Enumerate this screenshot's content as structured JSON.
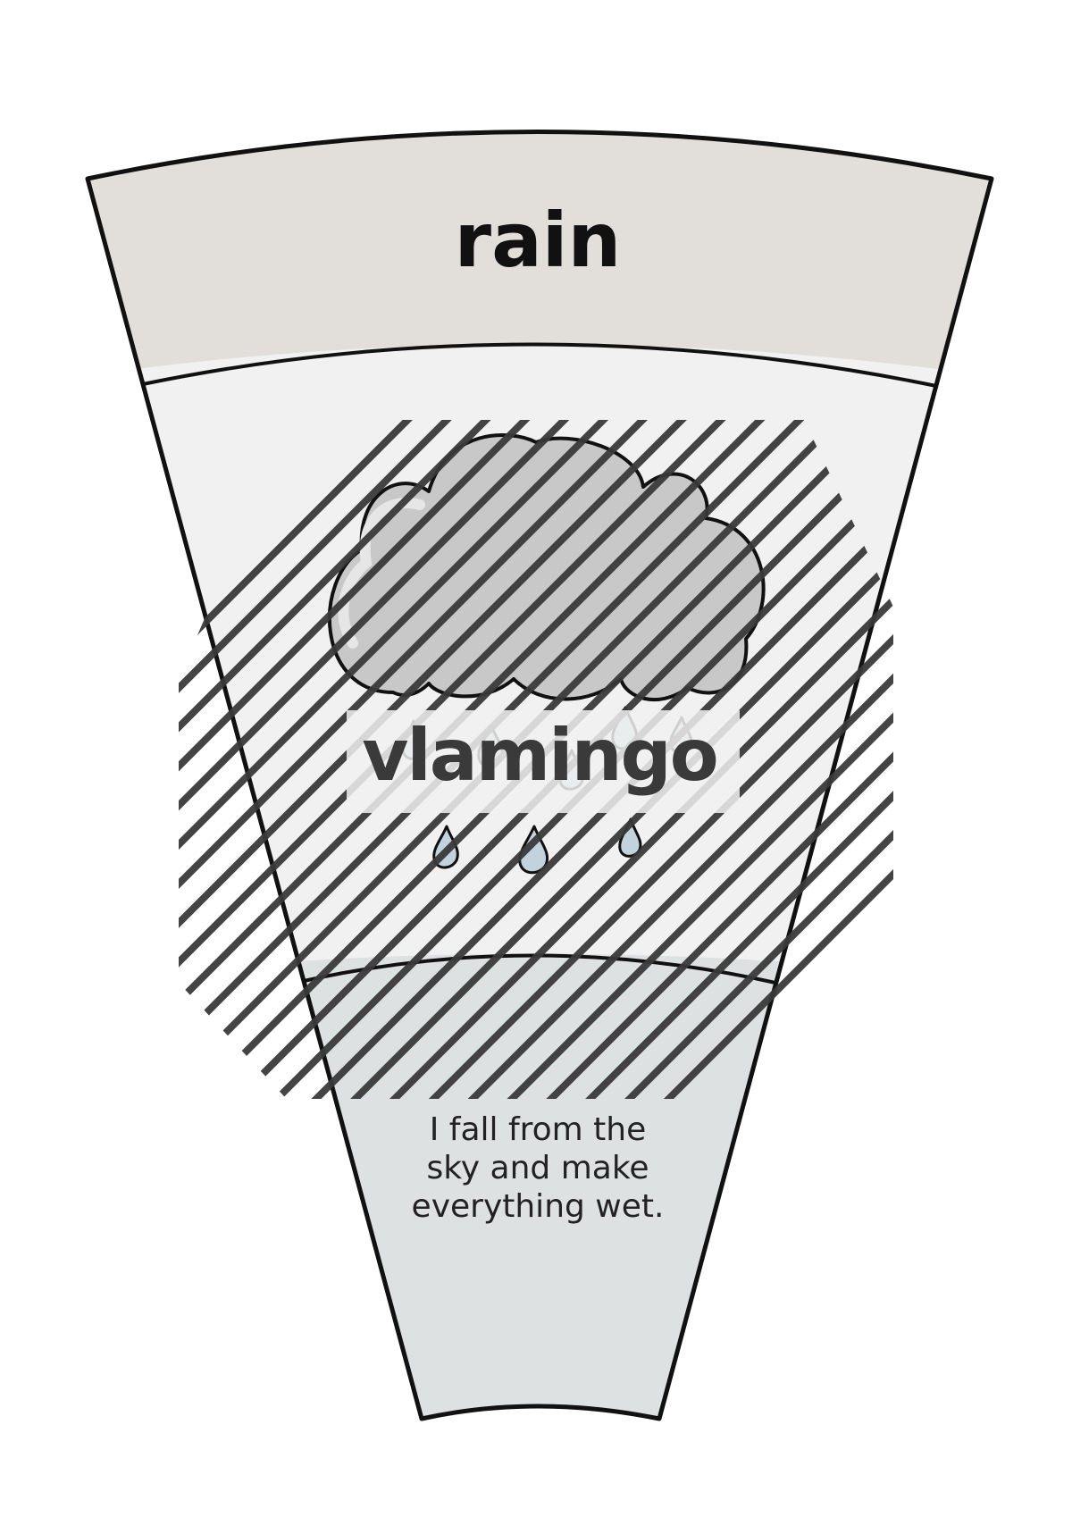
{
  "card": {
    "title": "rain",
    "description_lines": [
      "I fall from the",
      "sky and make",
      "everything wet."
    ]
  },
  "watermark": {
    "text": "vlamingo"
  },
  "icons": {
    "illustration": "rain-cloud-icon",
    "drops": "raindrop-icon"
  },
  "colors": {
    "header_band": "#e2ded9",
    "picture_band": "#f1f1f1",
    "text_band": "#dde1e2",
    "outline": "#111111",
    "cloud": "#c8c8c8",
    "drop": "#c3d3de",
    "watermark": "#3a3a3a"
  }
}
